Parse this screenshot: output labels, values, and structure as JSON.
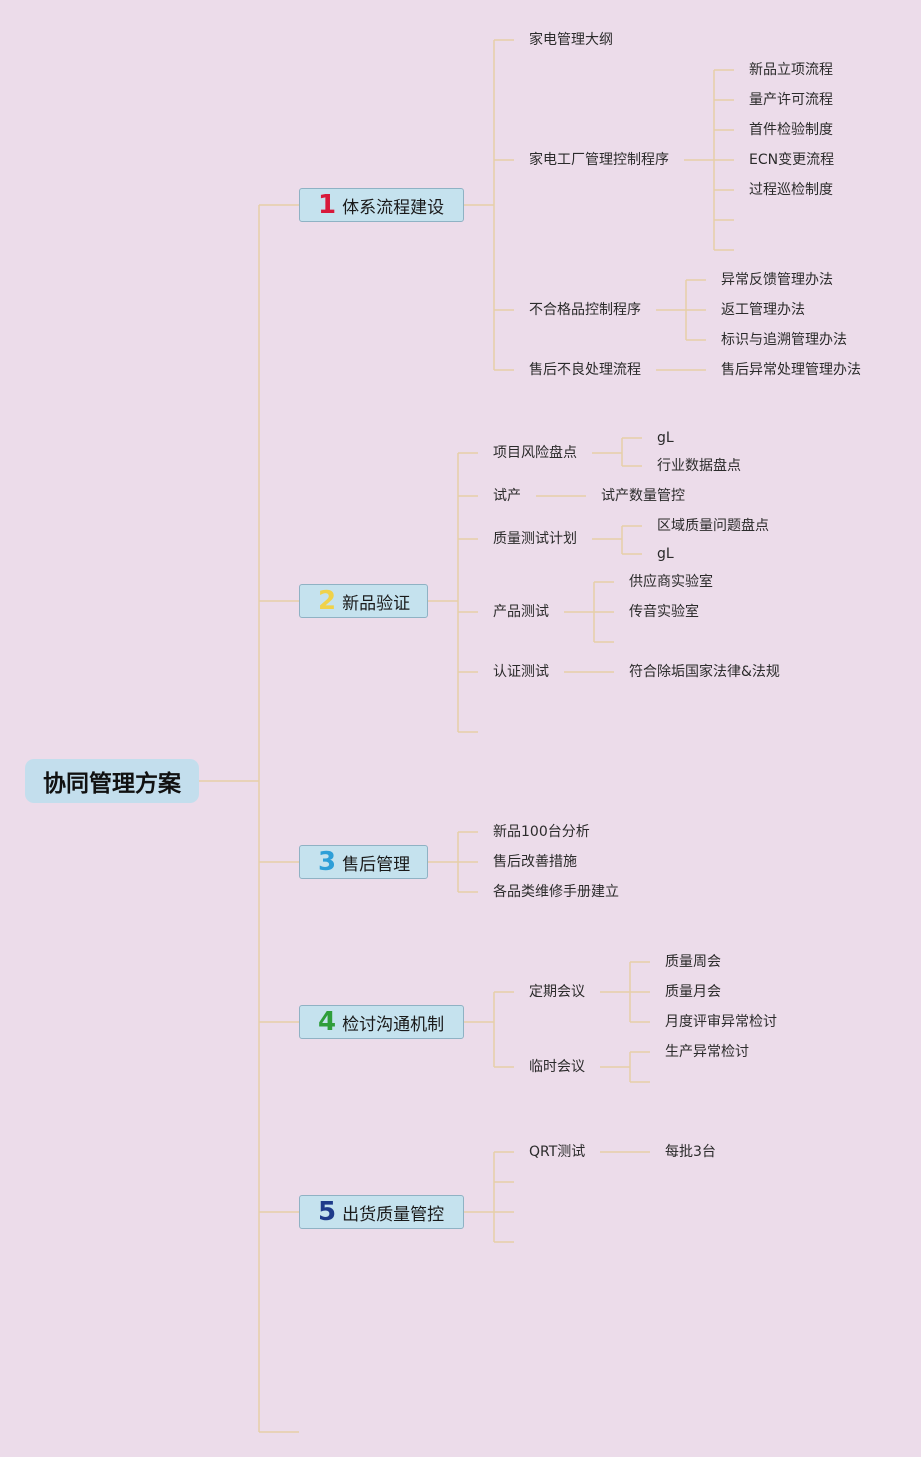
{
  "root": {
    "label": "协同管理方案"
  },
  "colors": {
    "background": "#ecdcea",
    "line": "#e6cfa8",
    "root_fill": "#c3deed",
    "branch_fill": "#c5e2ee"
  },
  "branches": [
    {
      "number": "1",
      "number_color": "#d8193a",
      "label": "体系流程建设"
    },
    {
      "number": "2",
      "number_color": "#f0d24a",
      "label": "新品验证"
    },
    {
      "number": "3",
      "number_color": "#2e9fd8",
      "label": "售后管理"
    },
    {
      "number": "4",
      "number_color": "#2f9e3a",
      "label": "检讨沟通机制"
    },
    {
      "number": "5",
      "number_color": "#1e3a8a",
      "label": "出货质量管控"
    }
  ],
  "b1": {
    "outline": "家电管理大纲",
    "factory": {
      "label": "家电工厂管理控制程序",
      "children": [
        "新品立项流程",
        "量产许可流程",
        "首件检验制度",
        "ECN变更流程",
        "过程巡检制度"
      ]
    },
    "nonconforming": {
      "label": "不合格品控制程序",
      "children": [
        "异常反馈管理办法",
        "返工管理办法",
        "标识与追溯管理办法"
      ]
    },
    "aftersale": {
      "label": "售后不良处理流程",
      "child": "售后异常处理管理办法"
    }
  },
  "b2": {
    "risk": {
      "label": "项目风险盘点",
      "children": [
        "gL",
        "行业数据盘点"
      ]
    },
    "trial": {
      "label": "试产",
      "child": "试产数量管控"
    },
    "plan": {
      "label": "质量测试计划",
      "children": [
        "区域质量问题盘点",
        "gL"
      ]
    },
    "product": {
      "label": "产品测试",
      "children": [
        "供应商实验室",
        "传音实验室"
      ]
    },
    "cert": {
      "label": "认证测试",
      "child": "符合除垢国家法律&法规"
    }
  },
  "b3": {
    "children": [
      "新品100台分析",
      "售后改善措施",
      "各品类维修手册建立"
    ]
  },
  "b4": {
    "regular": {
      "label": "定期会议",
      "children": [
        "质量周会",
        "质量月会",
        "月度评审异常检讨"
      ]
    },
    "temp": {
      "label": "临时会议",
      "children": [
        "生产异常检讨"
      ]
    }
  },
  "b5": {
    "qrt": {
      "label": "QRT测试",
      "child": "每批3台"
    }
  }
}
